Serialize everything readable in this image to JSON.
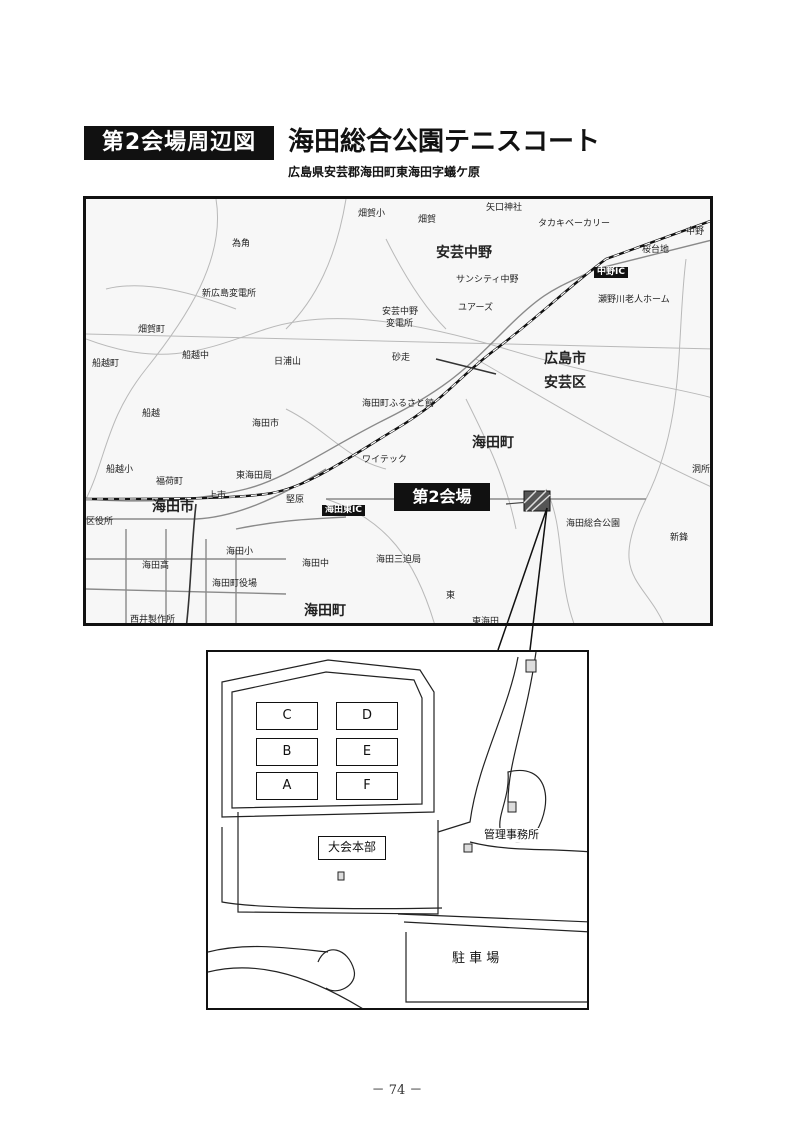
{
  "header": {
    "section_label": "第2会場周辺図",
    "venue_name": "海田総合公園テニスコート",
    "address": "広島県安芸郡海田町東海田字蟻ケ原"
  },
  "map": {
    "venue_tag": "第2会場",
    "big_labels": {
      "aki_nakano": "安芸中野",
      "kaita_city": "海田市",
      "hiroshima_city": "広島市",
      "aki_ku": "安芸区",
      "kaita_town": "海田町",
      "kaita_town_south": "海田町"
    },
    "boxed_labels": {
      "nakano_ic": "中野IC",
      "kaita_higashi_ic": "海田東IC"
    },
    "places": {
      "hatagashou": "畑賀小",
      "hatagashou2": "畑賀",
      "yaguchi_jinja": "矢口神社",
      "takaki_bakery": "タカキベーカリー",
      "tamagashira": "為角",
      "shin_hiroshima_hendensho": "新広島変電所",
      "sunshity_nakano": "サンシティ中野",
      "yumes": "ユアーズ",
      "sakuragaoka": "桜台地",
      "nakano": "中野",
      "senokawa_rojin_home": "瀬野川老人ホーム",
      "aki_nakano_hendensho_1": "安芸中野",
      "aki_nakano_hendensho_2": "変電所",
      "hataga_cho": "畑賀町",
      "funakoshi_chu": "船越中",
      "hiurayama": "日浦山",
      "sunahashiri": "砂走",
      "funakoshi_cho": "船越町",
      "kaita_furusato_kan": "海田町ふるさと館",
      "funakoshi": "船越",
      "kaita_shi_station_area": "海田市",
      "waitec": "ワイテック",
      "funakoshi_sho": "船越小",
      "fukuki_cho": "福荷町",
      "higashi_kaita_ko": "東海田局",
      "kaminachi": "上市",
      "houhara": "堅原",
      "doukai": "洞所",
      "kaita_sougou_kouen": "海田総合公園",
      "shin_saka": "新鋒",
      "eki_yakuba": "区役所",
      "kaita_sho": "海田小",
      "kaita_chu": "海田中",
      "kaita_sandoukyoku": "海田三迫局",
      "kaita_ko": "海田高",
      "kaita_cho_yakuba": "海田町役場",
      "higashi": "東",
      "nishii_seisakusho": "西井製作所",
      "tokai_den": "東海田"
    }
  },
  "inset": {
    "courts": [
      "C",
      "D",
      "B",
      "E",
      "A",
      "F"
    ],
    "headquarters": "大会本部",
    "management_office": "管理事務所",
    "parking": "駐 車 場"
  },
  "footer": {
    "page_number": "－ 74 －"
  }
}
